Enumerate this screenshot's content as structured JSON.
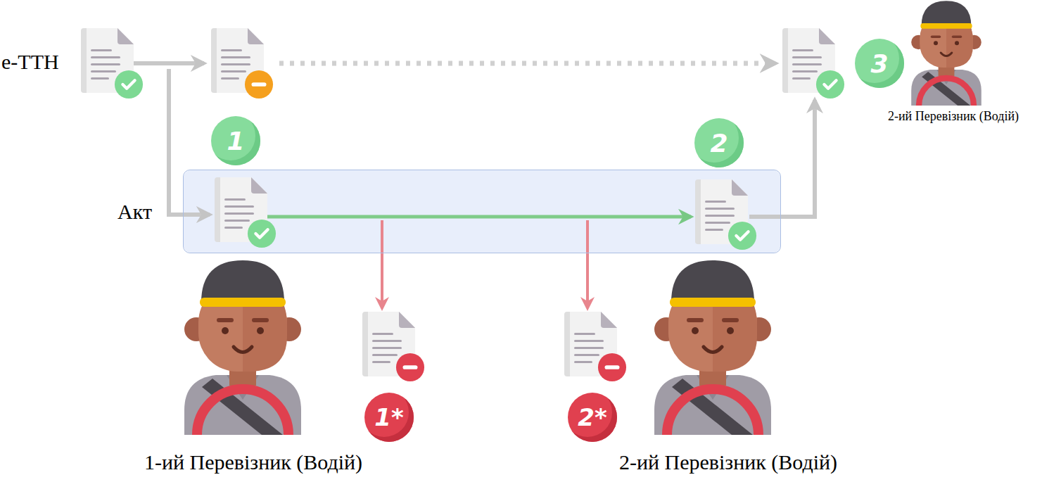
{
  "diagram": {
    "nodes": [
      {
        "text": [
          "Акт"
        ]
      }
    ],
    "labels": [
      "е-ТТН",
      "3",
      "2-ий Перевізник (Водій)",
      "1",
      "2",
      "1*",
      "2*",
      "1-ий Перевізник (Водій)",
      "2-ий Перевізник (Водій)"
    ]
  }
}
